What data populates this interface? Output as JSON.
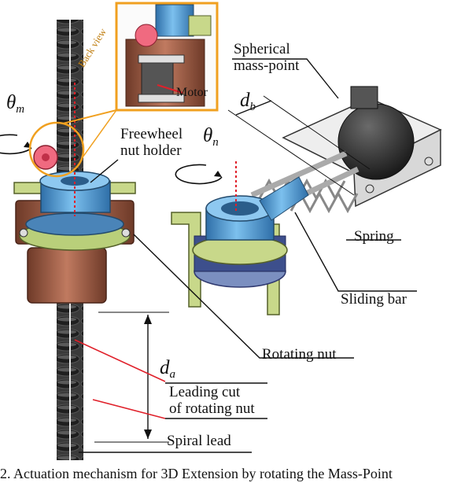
{
  "labels": {
    "spherical_mass_point": [
      "Spherical",
      "mass-point"
    ],
    "freewheel_nut_holder": [
      "Freewheel",
      "nut holder"
    ],
    "motor": "Motor",
    "spring": "Spring",
    "sliding_bar": "Sliding bar",
    "rotating_nut": "Rotating nut",
    "leading_cut": [
      "Leading cut",
      "of rotating nut"
    ],
    "spiral_lead": "Spiral lead",
    "inset_caption": "Back view"
  },
  "symbols": {
    "theta_m": {
      "base": "θ",
      "sub": "m"
    },
    "theta_n": {
      "base": "θ",
      "sub": "n"
    },
    "d_b": {
      "base": "d",
      "sub": "b"
    },
    "d_a": {
      "base": "d",
      "sub": "a"
    }
  },
  "caption": "2. Actuation mechanism for 3D Extension by rotating the Mass-Point",
  "colors": {
    "inset_border": "#f0a020",
    "leader_red": "#e0202a",
    "spiral_dark": "#2a2a2a",
    "nut_blue": "#5aa0d8",
    "gear_green": "#c8d88a",
    "housing_brown": "#a0624a",
    "gear_pink": "#f06a80",
    "sphere": "#2c2c2c"
  }
}
